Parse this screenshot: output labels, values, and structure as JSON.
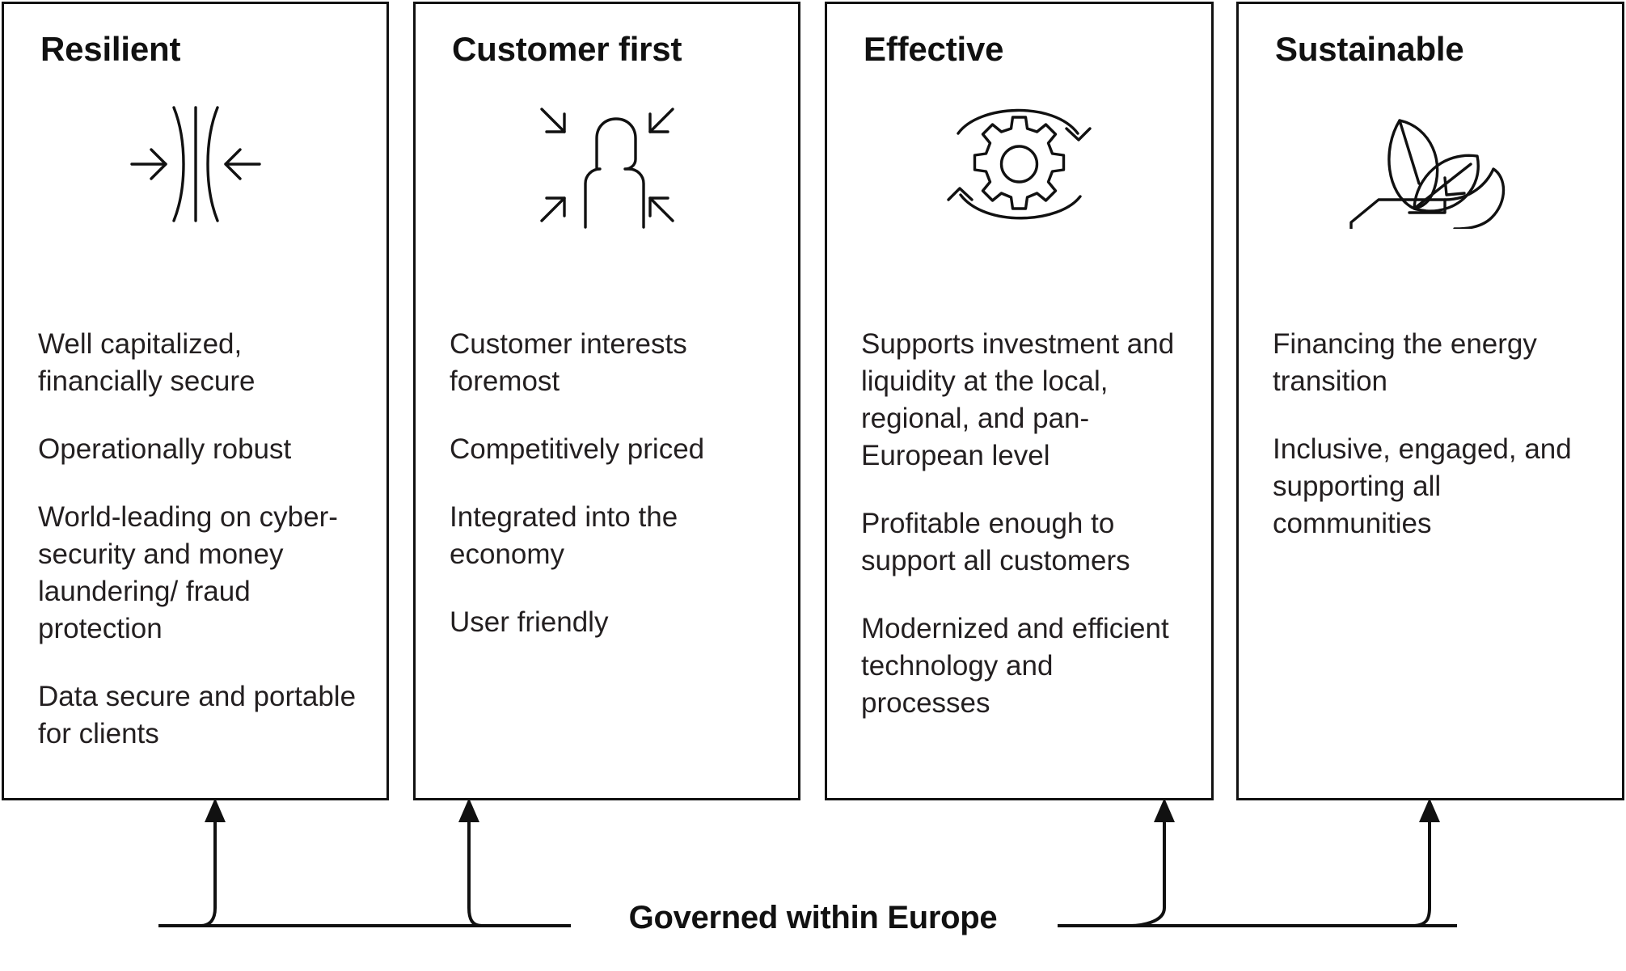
{
  "pillars": [
    {
      "title": "Resilient",
      "icon": "resilience-arrows-icon",
      "points": [
        "Well capitalized, financially secure",
        "Operationally robust",
        "World-leading on cyber-security and money laundering/ fraud protection",
        "Data secure and portable for clients"
      ]
    },
    {
      "title": "Customer first",
      "icon": "customer-person-focus-icon",
      "points": [
        "Customer interests foremost",
        "Competitively priced",
        "Integrated into the economy",
        "User friendly"
      ]
    },
    {
      "title": "Effective",
      "icon": "gear-cycle-icon",
      "points": [
        "Supports investment and liquidity at the local, regional, and pan-European level",
        "Profitable enough to support all customers",
        "Modernized and efficient technology and processes"
      ]
    },
    {
      "title": "Sustainable",
      "icon": "hand-leaf-icon",
      "points": [
        "Financing the energy transition",
        "Inclusive, engaged, and supporting all communities"
      ]
    }
  ],
  "governance": {
    "label": "Governed within Europe"
  },
  "colors": {
    "stroke": "#111111",
    "text": "#231f20",
    "background": "#ffffff"
  }
}
